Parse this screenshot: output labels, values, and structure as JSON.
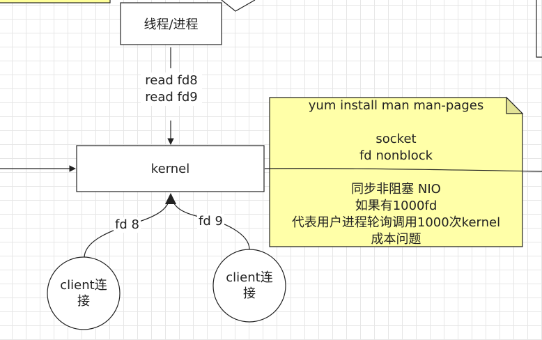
{
  "nodes": {
    "thread_process": "线程/进程",
    "kernel": "kernel",
    "client_left": "client连\n接",
    "client_right": "client连\n接"
  },
  "edges": {
    "read_labels": "read fd8\nread fd9",
    "fd8": "fd 8",
    "fd9": "fd 9"
  },
  "note": {
    "line1": "yum install man  man-pages",
    "line2": "socket",
    "line3": "fd nonblock",
    "line4": "同步非阻塞   NIO",
    "line5": "如果有1000fd",
    "line6": "代表用户进程轮询调用1000次kernel",
    "line7": "成本问题"
  },
  "colors": {
    "note_fill": "#ffffa8",
    "note_fold": "#e3e396",
    "stroke": "#222222",
    "top_left_fill": "#ffff99"
  }
}
